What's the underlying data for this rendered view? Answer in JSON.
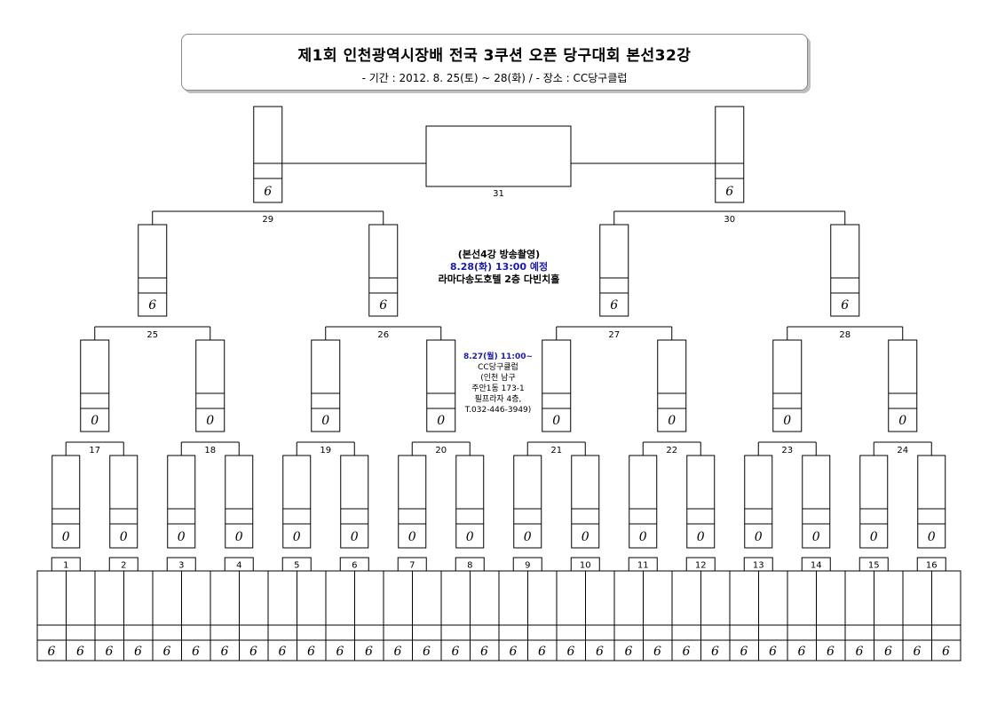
{
  "header": {
    "title": "제1회 인천광역시장배 전국 3쿠션 오픈 당구대회 본선32강",
    "subtitle": "- 기간 : 2012. 8. 25(토) ~ 28(화)  /  - 장소 : CC당구클럽"
  },
  "bracket": {
    "score_mark": "6",
    "zero_mark": "0",
    "first_round_labels": [
      "1",
      "2",
      "3",
      "4",
      "5",
      "6",
      "7",
      "8",
      "9",
      "10",
      "11",
      "12",
      "13",
      "14",
      "15",
      "16"
    ],
    "second_round_labels": [
      "17",
      "18",
      "19",
      "20",
      "21",
      "22",
      "23",
      "24"
    ],
    "quarter_labels": [
      "25",
      "26",
      "27",
      "28"
    ],
    "semi_labels": [
      "29",
      "30"
    ],
    "final_label": "31"
  },
  "notes": {
    "broadcast": {
      "line1": "(본선4강 방송촬영)",
      "line2": "8.28(화) 13:00 예정",
      "line3": "라마다송도호텔 2층 다빈치홀"
    },
    "venue": {
      "line1": "8.27(월) 11:00~",
      "line2": "CC당구클럽",
      "line3": "(인천 남구",
      "line4": "주안1동 173-1",
      "line5": "필프라자 4층,",
      "line6": "T.032-446-3949)"
    }
  }
}
